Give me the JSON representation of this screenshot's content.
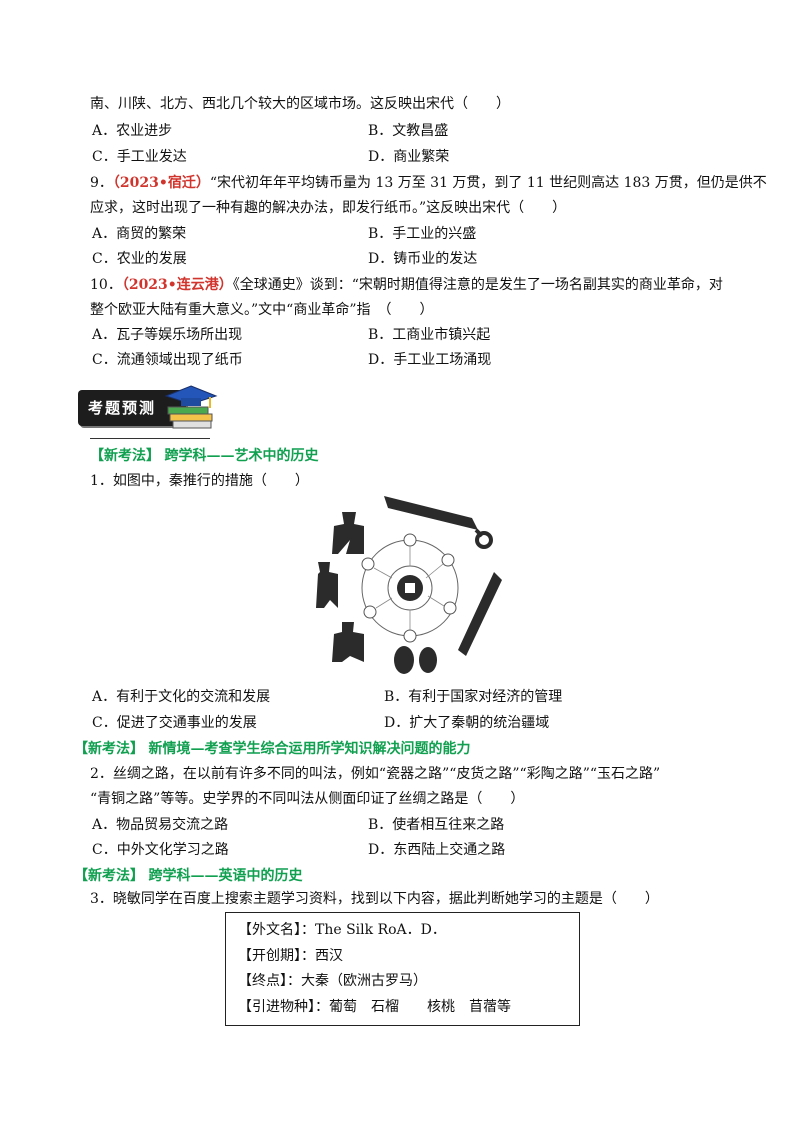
{
  "q8": {
    "cont": "南、川陕、北方、西北几个较大的区域市场。这反映出宋代（　　）",
    "a": "A．农业进步",
    "b": "B．文教昌盛",
    "c": "C．手工业发达",
    "d": "D．商业繁荣"
  },
  "q9": {
    "num": "9．",
    "tag": "（2023•宿迁）",
    "l1": "“宋代初年年平均铸币量为 13 万至 31 万贯，到了 11 世纪则高达 183 万贯，但仍是供不",
    "l2": "应求，这时出现了一种有趣的解决办法，即发行纸币。”这反映出宋代（　　）",
    "a": "A．商贸的繁荣",
    "b": "B．手工业的兴盛",
    "c": "C．农业的发展",
    "d": "D．铸币业的发达"
  },
  "q10": {
    "num": "10．",
    "tag": "（2023•连云港）",
    "l1": "《全球通史》谈到：“宋朝时期值得注意的是发生了一场名副其实的商业革命，对",
    "l2": "整个欧亚大陆有重大意义。”文中“商业革命”指　（　　）",
    "a": "A．瓦子等娱乐场所出现",
    "b": "B．工商业市镇兴起",
    "c": "C．流通领域出现了纸币",
    "d": "D．手工业工场涌现"
  },
  "banner": {
    "label": "考题预测"
  },
  "s1": {
    "tag": "【新考法】",
    "title": "跨学科——艺术中的历史",
    "q": "1．如图中，秦推行的措施（　　）",
    "a": "A．有利于文化的交流和发展",
    "b": "B．有利于国家对经济的管理",
    "c": "C．促进了交通事业的发展",
    "d": "D．扩大了秦朝的统治疆域"
  },
  "s2": {
    "tag": "【新考法】",
    "title": "新情境—考查学生综合运用所学知识解决问题的能力",
    "l1": "2．丝绸之路，在以前有许多不同的叫法，例如“瓷器之路”“皮货之路”“彩陶之路”“玉石之路”",
    "l2": "“青铜之路”等等。史学界的不同叫法从侧面印证了丝绸之路是（　　）",
    "a": "A．物品贸易交流之路",
    "b": "B．使者相互往来之路",
    "c": "C．中外文化学习之路",
    "d": "D．东西陆上交通之路"
  },
  "s3": {
    "tag": "【新考法】",
    "title": "跨学科——英语中的历史",
    "q": "3．晓敏同学在百度上搜索主题学习资料，找到以下内容，据此判断她学习的主题是（　　）",
    "box": [
      "【外文名】：The Silk RoA．D．",
      "【开创期】：西汉",
      "【终点】：大秦（欧洲古罗马）",
      "【引进物种】：葡萄　石榴　　核桃　苜蓿等"
    ]
  }
}
